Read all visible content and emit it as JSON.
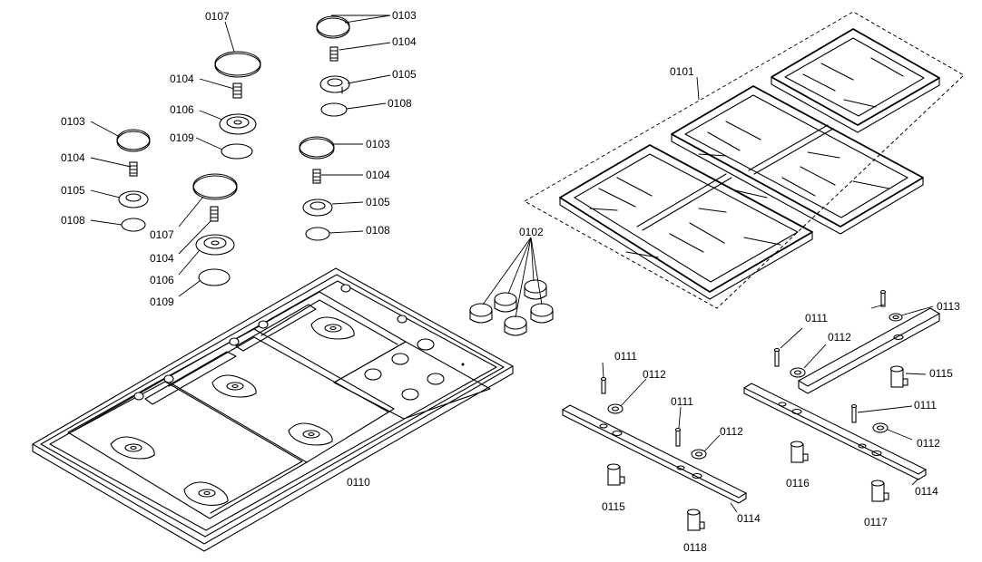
{
  "labels": {
    "cap_0107_top": "0107",
    "cap_0103_top": "0103",
    "pin_0104_a": "0104",
    "pin_0104_top": "0104",
    "base_0105_top": "0105",
    "base_0106_a": "0106",
    "ring_0108_top": "0108",
    "ring_0109_a": "0109",
    "cap_0103_left": "0103",
    "pin_0104_left": "0104",
    "base_0105_left": "0105",
    "ring_0108_left": "0108",
    "cap_0103_mid": "0103",
    "pin_0104_mid": "0104",
    "base_0105_mid": "0105",
    "ring_0108_mid": "0108",
    "cap_0107_b": "0107",
    "pin_0104_b": "0104",
    "base_0106_b": "0106",
    "ring_0109_b": "0109",
    "grates": "0101",
    "knobs": "0102",
    "cooktop": "0110",
    "el_0111_a": "0111",
    "el_0112_a": "0112",
    "el_0111_b": "0111",
    "el_0112_b": "0112",
    "valve_0115_a": "0115",
    "bar_0114_a": "0114",
    "valve_0118": "0118",
    "el_0111_c": "0111",
    "el_0113": "0113",
    "el_0112_c": "0112",
    "valve_0115_b": "0115",
    "el_0111_d": "0111",
    "el_0112_d": "0112",
    "valve_0116": "0116",
    "bar_0114_b": "0114",
    "valve_0117": "0117"
  }
}
